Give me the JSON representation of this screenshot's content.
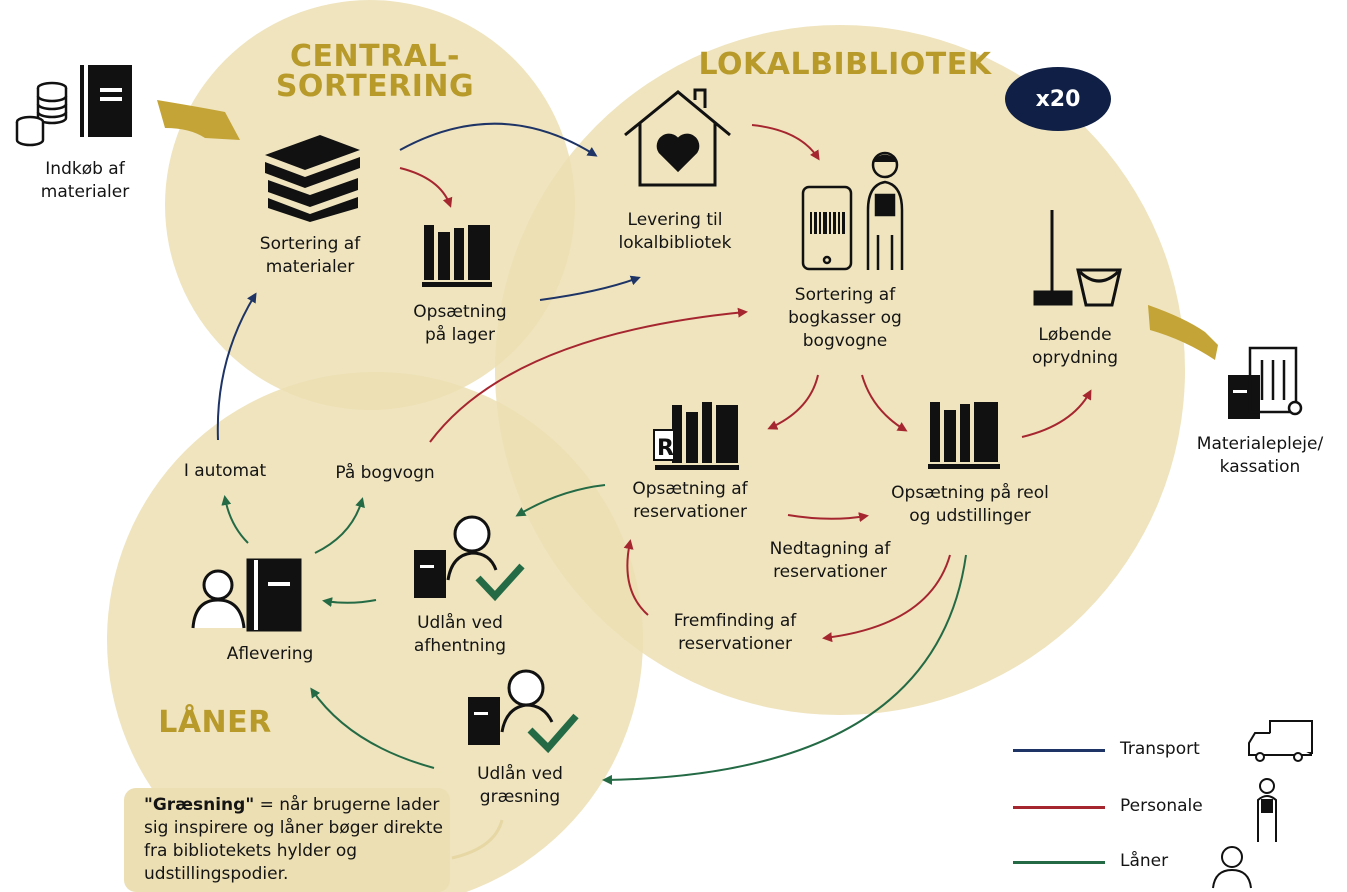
{
  "colors": {
    "circle": "#ecdfb3",
    "gold": "#b89a2a",
    "transport": "#1e3466",
    "personale": "#a62630",
    "laaner": "#236a45",
    "badge": "#0f1f45"
  },
  "titles": {
    "central": "CENTRAL-\nSORTERING",
    "lokal": "LOKALBIBLIOTEK",
    "laaner": "LÅNER"
  },
  "badge": "x20",
  "nodes": {
    "indkoeb": "Indkøb af\nmaterialer",
    "sortering": "Sortering af\nmaterialer",
    "lager": "Opsætning\npå lager",
    "levering": "Levering til\nlokalbibliotek",
    "bogkasser": "Sortering af\nbogkasser og\nbogvogne",
    "oprydning": "Løbende\noprydning",
    "kassation": "Materialepleje/\nkassation",
    "reservationer": "Opsætning af\nreservationer",
    "reol": "Opsætning på reol\nog udstillinger",
    "nedtagning": "Nedtagning af\nreservationer",
    "fremfinding": "Fremfinding af\nreservationer",
    "automat": "I automat",
    "bogvogn": "På bogvogn",
    "aflevering": "Aflevering",
    "afhentning": "Udlån ved\nafhentning",
    "graesning": "Udlån ved\ngræsning"
  },
  "note": {
    "bold": "\"Græsning\"",
    "text": " = når brugerne lader sig inspirere og låner bøger direkte fra bibliotekets hylder og udstillingspodier."
  },
  "legend": [
    {
      "label": "Transport",
      "icon": "truck-icon"
    },
    {
      "label": "Personale",
      "icon": "staff-icon"
    },
    {
      "label": "Låner",
      "icon": "person-icon"
    }
  ]
}
